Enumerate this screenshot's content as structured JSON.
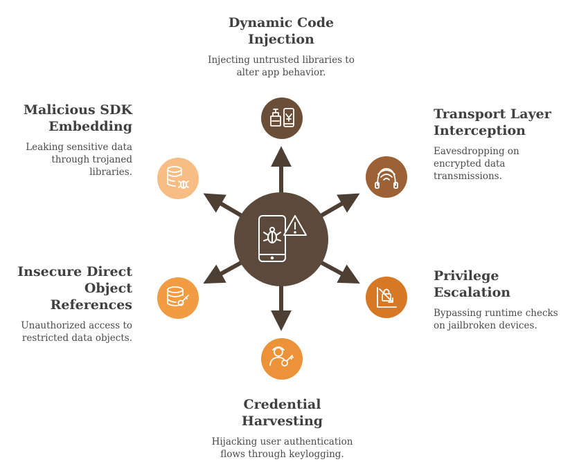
{
  "colors": {
    "hub": "#5b4a3c",
    "arrow": "#4d3f33",
    "icon_stroke": "#ffffff",
    "n_top": "#6a4e38",
    "n_topright": "#9c6236",
    "n_right": "#d67826",
    "n_bottom": "#ec9239",
    "n_left": "#f19b43",
    "n_topleft": "#f8bd84"
  },
  "nodes": [
    {
      "id": "dynamic-code-injection",
      "title_lines": [
        "Dynamic Code",
        "Injection"
      ],
      "description_lines": [
        "Injecting untrusted libraries to",
        "alter app behavior."
      ],
      "icon": "code-injection-icon"
    },
    {
      "id": "transport-layer-interception",
      "title_lines": [
        "Transport Layer",
        "Interception"
      ],
      "description_lines": [
        "Eavesdropping on",
        "encrypted data",
        "transmissions."
      ],
      "icon": "wifi-headset-icon"
    },
    {
      "id": "privilege-escalation",
      "title_lines": [
        "Privilege",
        "Escalation"
      ],
      "description_lines": [
        "Bypassing runtime checks",
        "on jailbroken devices."
      ],
      "icon": "chart-lock-icon"
    },
    {
      "id": "credential-harvesting",
      "title_lines": [
        "Credential",
        "Harvesting"
      ],
      "description_lines": [
        "Hijacking user authentication",
        "flows through keylogging."
      ],
      "icon": "user-key-icon"
    },
    {
      "id": "insecure-direct-object-references",
      "title_lines": [
        "Insecure Direct",
        "Object References"
      ],
      "description_lines": [
        "Unauthorized access to",
        "restricted data objects."
      ],
      "icon": "database-key-icon"
    },
    {
      "id": "malicious-sdk-embedding",
      "title_lines": [
        "Malicious SDK",
        "Embedding"
      ],
      "description_lines": [
        "Leaking sensitive data",
        "through trojaned",
        "libraries."
      ],
      "icon": "database-bug-icon"
    }
  ],
  "hub": {
    "icon": "phone-bug-warning-icon"
  }
}
